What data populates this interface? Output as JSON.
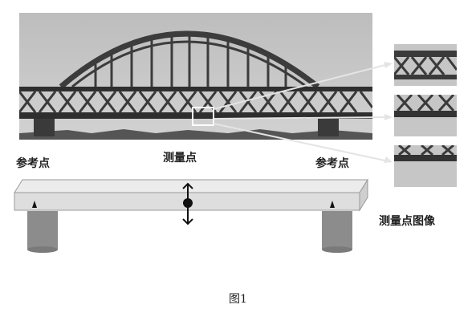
{
  "labels": {
    "reference_left": "参考点",
    "measurement": "测量点",
    "reference_right": "参考点",
    "measurement_images": "测量点图像"
  },
  "caption": "图1",
  "icons": [
    "triangle-marker-icon",
    "double-arrow-icon",
    "circle-marker-icon"
  ],
  "colors": {
    "photo_sky": "#c9c9c9",
    "bridge_truss": "#3c3c3c",
    "beam_face": "#dedede",
    "beam_top": "#ececec",
    "pier": "#8c8c8c",
    "callout_line": "#e8e8e8"
  }
}
